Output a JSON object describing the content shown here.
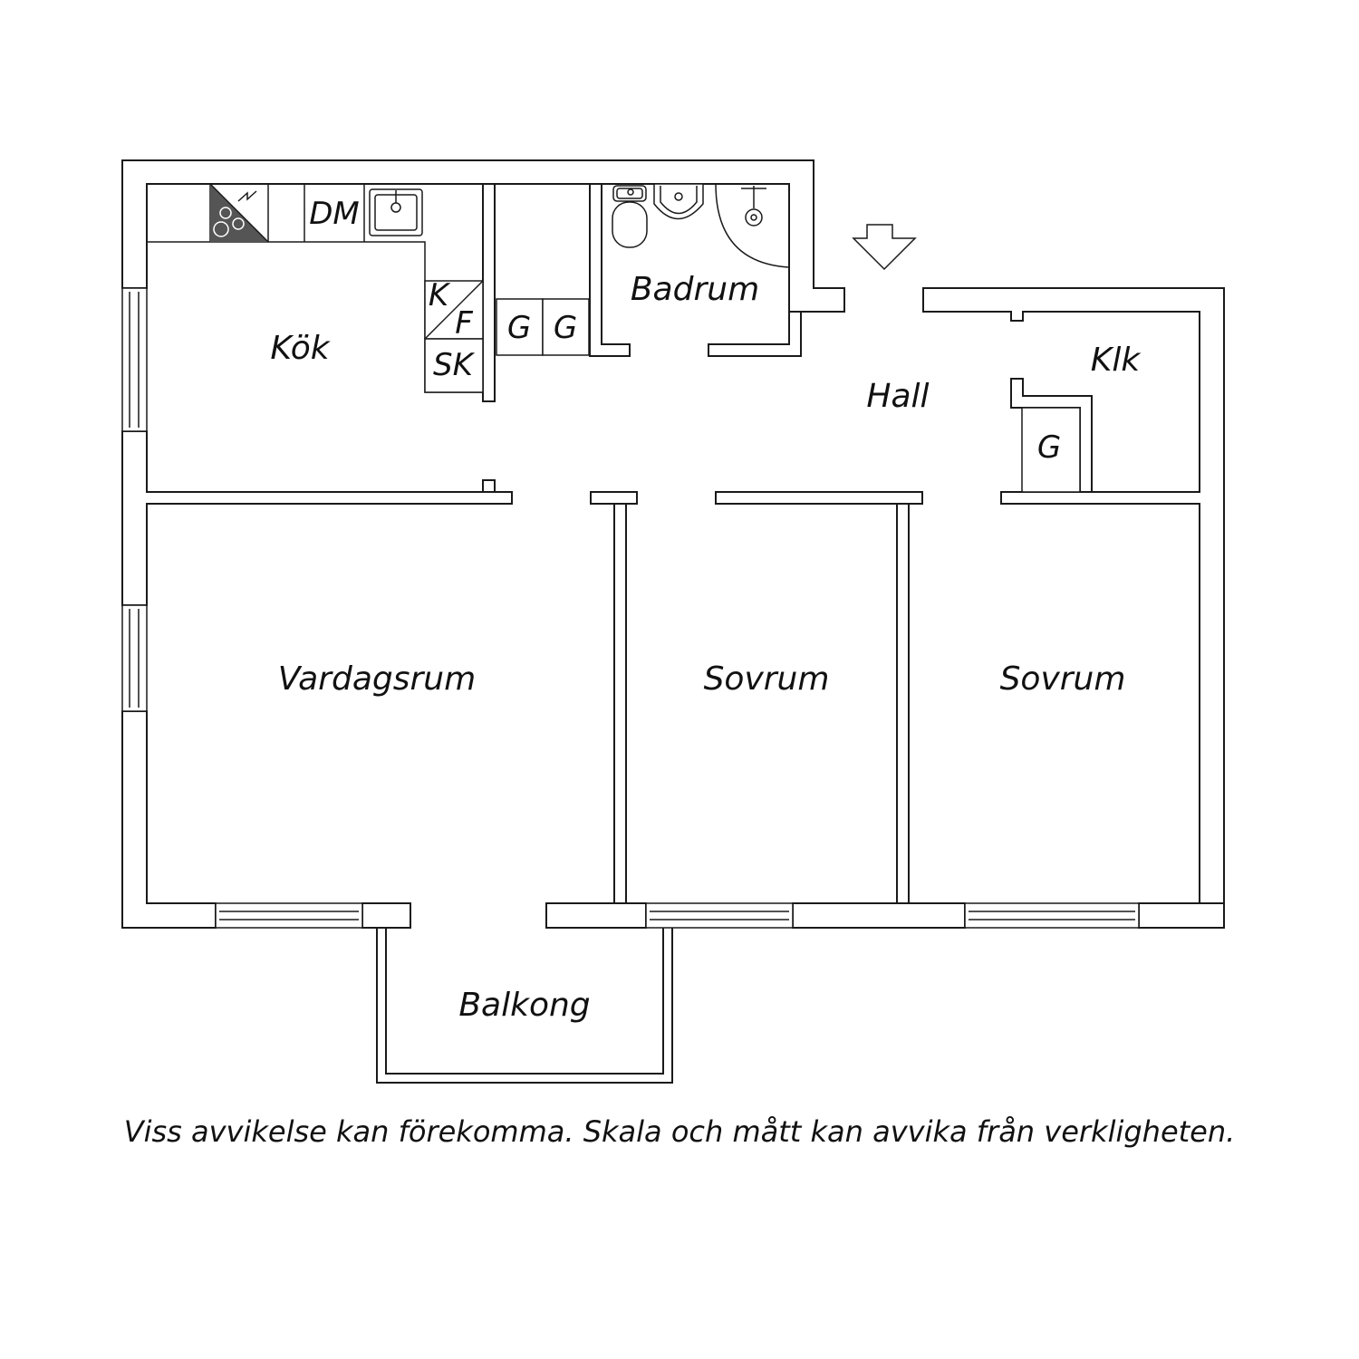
{
  "rooms": {
    "kitchen": "Kök",
    "bathroom": "Badrum",
    "hall": "Hall",
    "walk_in_closet": "Klk",
    "living_room": "Vardagsrum",
    "bedroom_1": "Sovrum",
    "bedroom_2": "Sovrum",
    "balcony": "Balkong"
  },
  "fixtures": {
    "dishwasher": "DM",
    "fridge_top": "K",
    "fridge_bottom": "F",
    "cabinet": "SK",
    "wardrobe": "G"
  },
  "colors": {
    "stove": "#555555",
    "wall_stroke": "#1a1a1a"
  },
  "entrance_icon": "entrance-arrow-icon",
  "disclaimer": "Viss avvikelse kan förekomma. Skala och mått kan avvika från verkligheten."
}
